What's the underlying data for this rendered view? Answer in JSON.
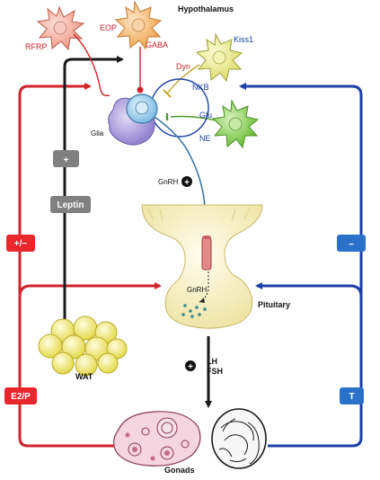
{
  "labels": {
    "hypothalamus": "Hypothalamus",
    "rfrp": "RFRP",
    "eop": "EOP",
    "gaba": "GABA",
    "dyn": "Dyn",
    "kiss1": "Kiss1",
    "nkb": "NKB",
    "glu": "Glu",
    "ne": "NE",
    "glia": "Glia",
    "gnrh": "GnRH",
    "gnrh_pituitary": "GnRH",
    "pituitary": "Pituitary",
    "lh": "LH",
    "fsh": "FSH",
    "wat": "WAT",
    "gonads": "Gonads"
  },
  "boxes": {
    "plus": "+",
    "leptin": "Leptin",
    "plus_minus": "+/−",
    "e2p": "E2/P",
    "minus": "−",
    "t": "T"
  },
  "signs": {
    "gnrh_plus": "+",
    "lhfsh_plus": "+"
  },
  "colors": {
    "red_loop": "#d2232a",
    "blue_loop": "#1d3fa8",
    "black_path": "#1a1a1a",
    "red_box": "#e8262c",
    "blue_box": "#2a72c9",
    "grey_box": "#808080",
    "neuron_red": "#f4a99a",
    "neuron_orange": "#f6b26b",
    "neuron_yellow": "#eaea8a",
    "neuron_green": "#7ec94a",
    "glia": "#a596d8",
    "gnrh_cell": "#8fc6e8",
    "pituitary": "#f5efc2",
    "wat": "#f3ec7a",
    "gonad": "#f2c9d6"
  }
}
